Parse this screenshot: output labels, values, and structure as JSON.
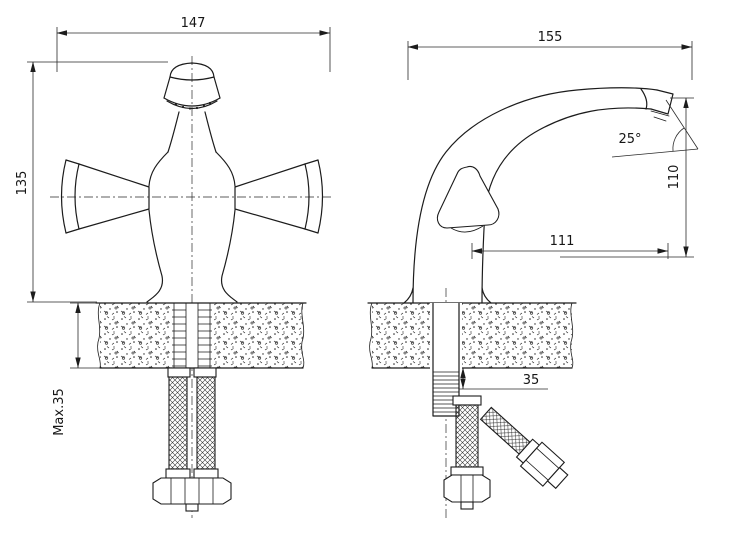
{
  "drawing": {
    "subject": "two-view basin faucet technical drawing",
    "front_view": {
      "overall_width": "147",
      "overall_height": "135",
      "deck_thickness_max": "Max.35"
    },
    "side_view": {
      "overall_depth": "155",
      "spout_angle": "25°",
      "spout_height": "110",
      "spout_reach": "111",
      "shank_length": "35"
    },
    "colors": {
      "line": "#1c1c1c",
      "background": "#ffffff"
    }
  }
}
